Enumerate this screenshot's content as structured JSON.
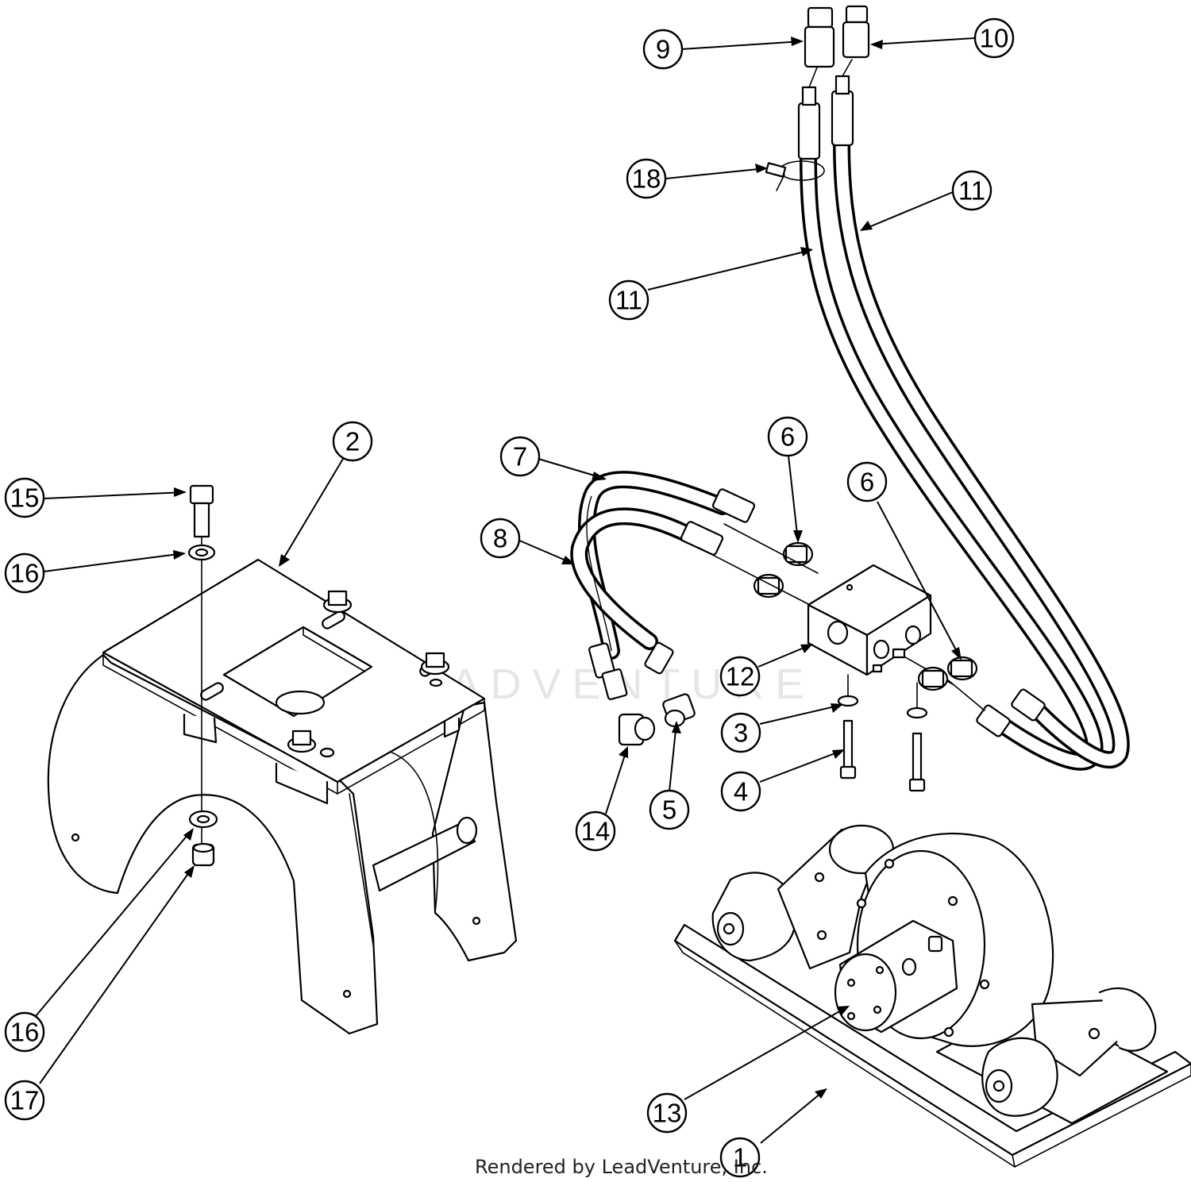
{
  "watermark": "LEADVENTURE",
  "footer_text": "Rendered by LeadVenture, Inc.",
  "callouts": [
    "9",
    "10",
    "18",
    "11",
    "11",
    "7",
    "6",
    "6",
    "8",
    "12",
    "3",
    "4",
    "14",
    "5",
    "2",
    "15",
    "16",
    "16",
    "17",
    "13",
    "1"
  ],
  "colors": {
    "line": "#000000",
    "background": "#ffffff",
    "watermark": "#e6e6e6"
  }
}
